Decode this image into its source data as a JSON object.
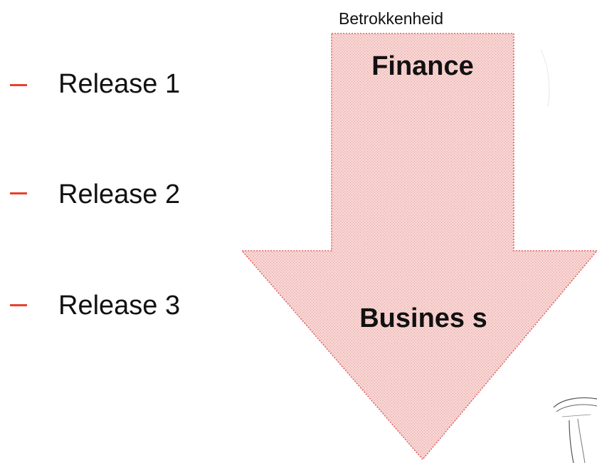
{
  "bullets": [
    {
      "label": "Release 1"
    },
    {
      "label": "Release 2"
    },
    {
      "label": "Release 3"
    }
  ],
  "arrow": {
    "axis_label": "Betrokkenheid",
    "top_label": "Finance",
    "bottom_label": "Busines s",
    "direction": "down"
  },
  "colors": {
    "bullet": "#e8412c",
    "arrow_fill": "#f4c4c2",
    "arrow_border": "#e06060",
    "text": "#111111"
  }
}
